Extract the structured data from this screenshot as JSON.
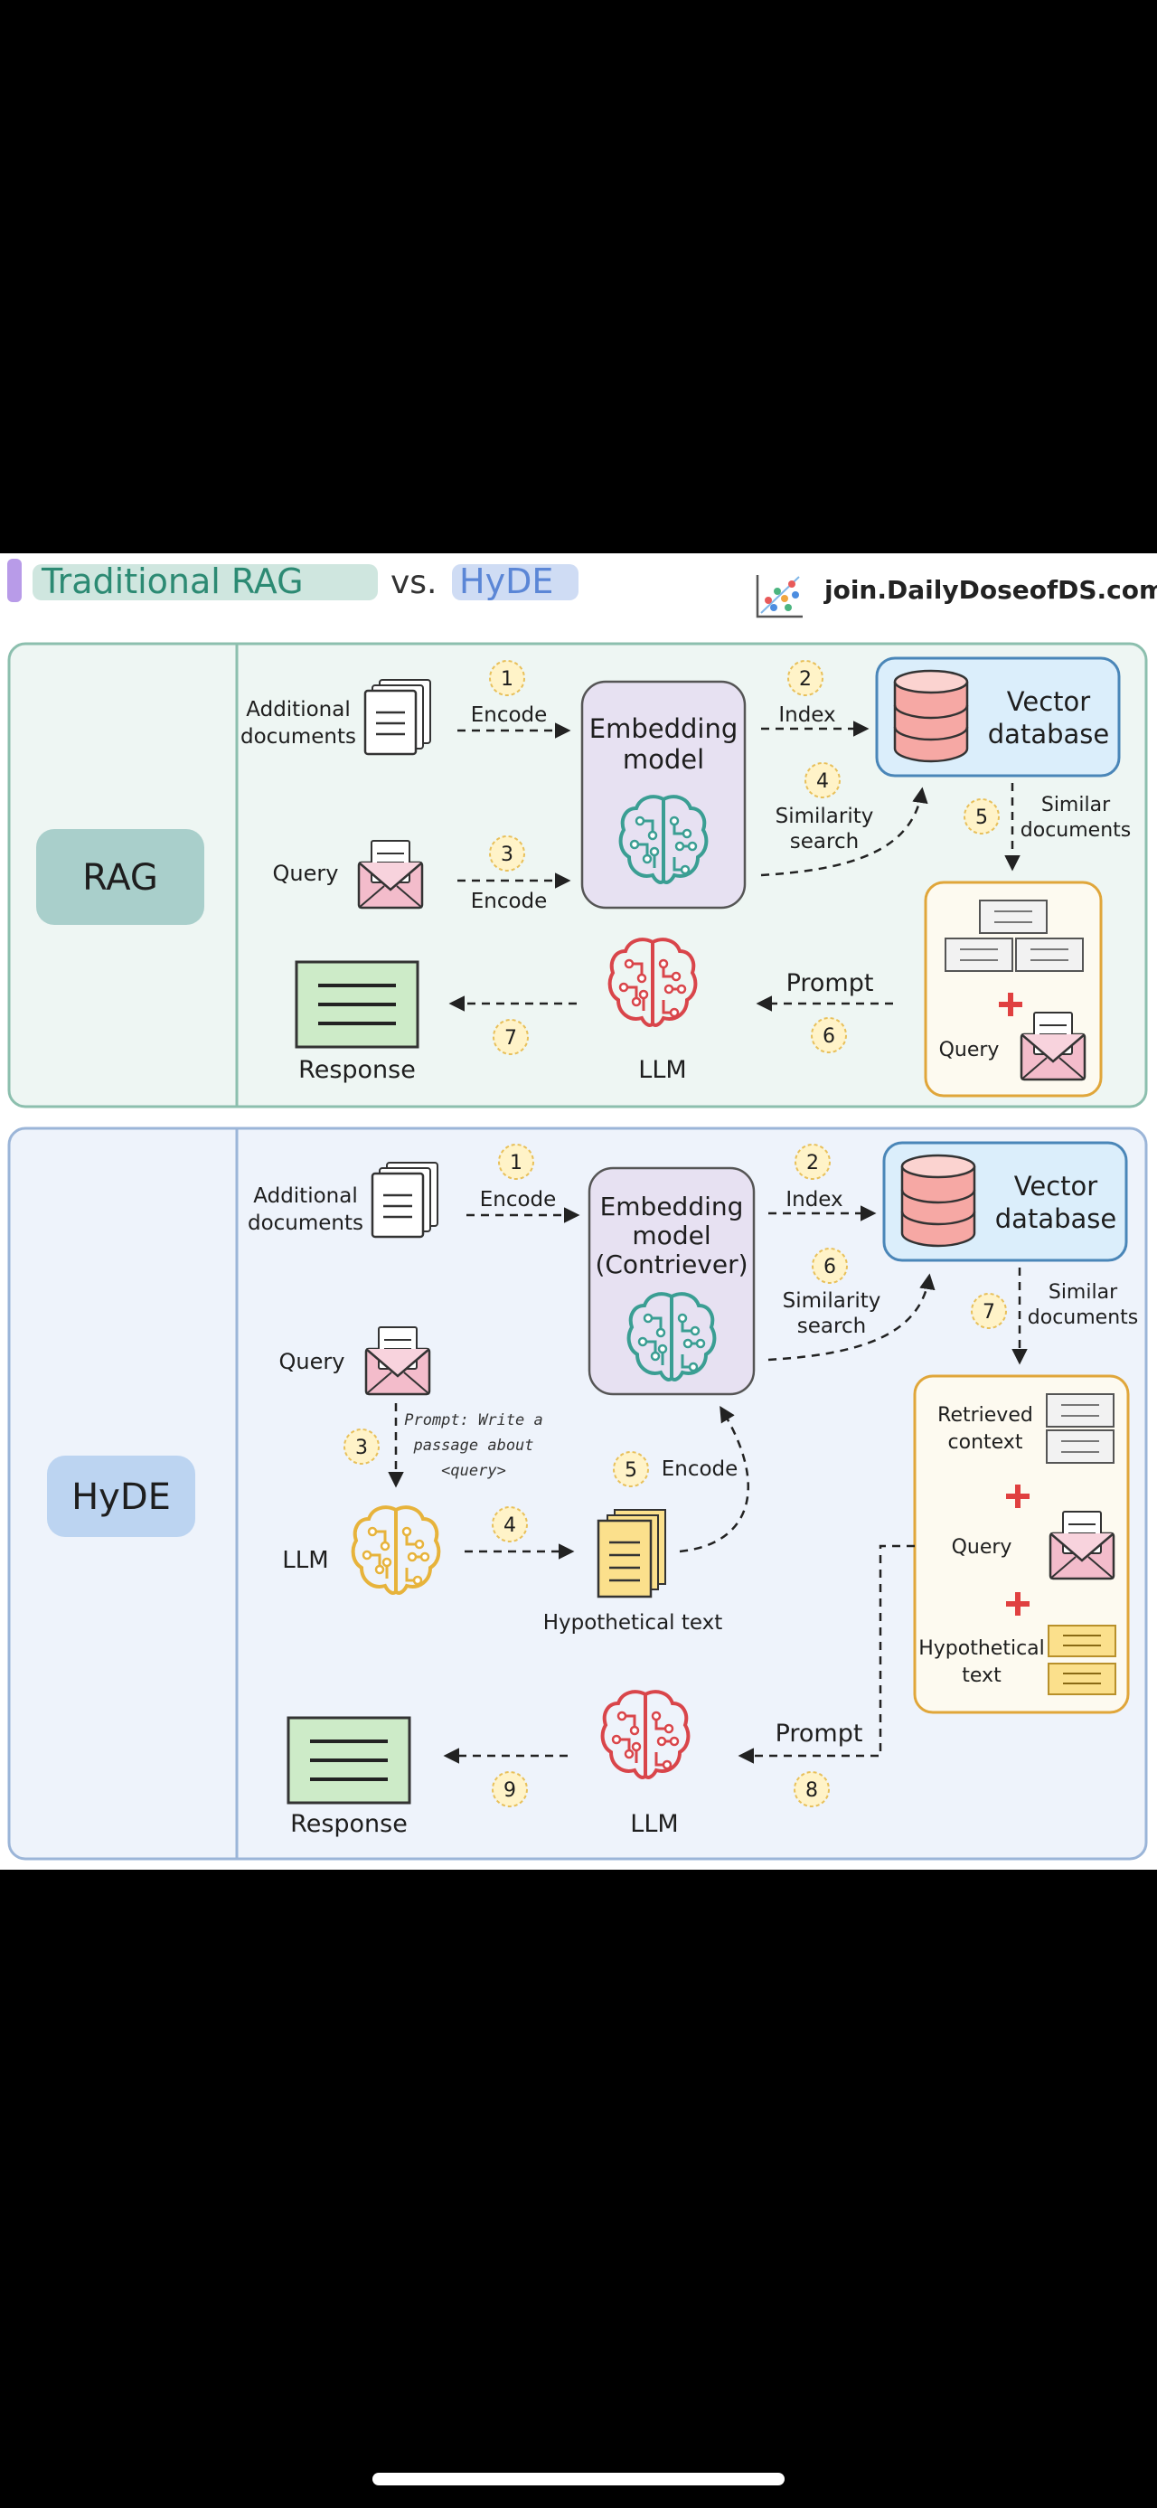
{
  "header": {
    "title_part1": "Traditional RAG",
    "title_vs": "vs.",
    "title_part2": "HyDE",
    "site": "join.DailyDoseofDS.com"
  },
  "rag": {
    "label": "RAG",
    "additional_documents_line1": "Additional",
    "additional_documents_line2": "documents",
    "query": "Query",
    "encode_top": "Encode",
    "encode_bottom": "Encode",
    "embedding_line1": "Embedding",
    "embedding_line2": "model",
    "index": "Index",
    "similarity_line1": "Similarity",
    "similarity_line2": "search",
    "vector_line1": "Vector",
    "vector_line2": "database",
    "similar_line1": "Similar",
    "similar_line2": "documents",
    "context_query": "Query",
    "prompt": "Prompt",
    "llm": "LLM",
    "response": "Response",
    "steps": [
      "1",
      "2",
      "3",
      "4",
      "5",
      "6",
      "7"
    ]
  },
  "hyde": {
    "label": "HyDE",
    "additional_documents_line1": "Additional",
    "additional_documents_line2": "documents",
    "query": "Query",
    "encode_top": "Encode",
    "embedding_line1": "Embedding",
    "embedding_line2": "model",
    "embedding_line3": "(Contriever)",
    "index": "Index",
    "similarity_line1": "Similarity",
    "similarity_line2": "search",
    "vector_line1": "Vector",
    "vector_line2": "database",
    "similar_line1": "Similar",
    "similar_line2": "documents",
    "prompt_note_line1": "Prompt: Write a",
    "prompt_note_line2": "passage about",
    "prompt_note_line3": "<query>",
    "llm_left": "LLM",
    "encode_hypo": "Encode",
    "hypothetical_text": "Hypothetical text",
    "retrieved_line1": "Retrieved",
    "retrieved_line2": "context",
    "context_query": "Query",
    "hypo_line1": "Hypothetical",
    "hypo_line2": "text",
    "prompt": "Prompt",
    "llm": "LLM",
    "response": "Response",
    "steps": [
      "1",
      "2",
      "3",
      "4",
      "5",
      "6",
      "7",
      "8",
      "9"
    ]
  },
  "colors": {
    "rag_panel": "#eef6f3",
    "rag_border": "#8cbfae",
    "rag_label_bg": "#a9cfcb",
    "hyde_panel": "#eef3fb",
    "hyde_border": "#9bb5d8",
    "hyde_label_bg": "#bcd4f1",
    "embedding_fill": "#e7e1f2",
    "vector_fill": "#dbeefb",
    "context_border": "#e0a63a",
    "step_fill": "#fff3c8",
    "llm_red": "#d9454a",
    "llm_orange": "#e7b33b",
    "brain_teal": "#3a9e93",
    "response_fill": "#cdebc8"
  },
  "icons": [
    "documents-stack-icon",
    "envelope-icon",
    "brain-network-icon",
    "database-icon",
    "response-document-icon",
    "scatter-logo-icon",
    "plus-icon"
  ]
}
